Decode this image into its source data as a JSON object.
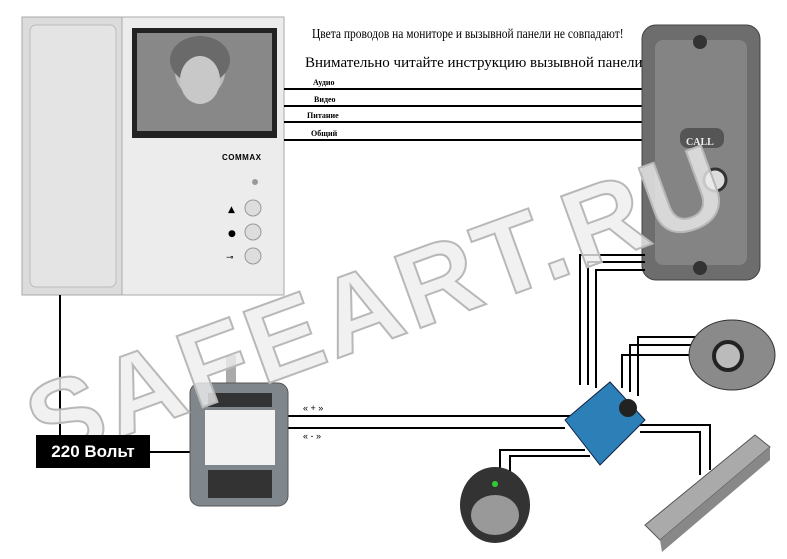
{
  "header": {
    "warning": "Цвета проводов на мониторе и вызывной панели не совпадают!",
    "note": "Внимательно читайте инструкцию вызывной панели"
  },
  "wires": [
    {
      "label": "Аудио"
    },
    {
      "label": "Видео"
    },
    {
      "label": "Питание"
    },
    {
      "label": "Общий"
    }
  ],
  "monitor": {
    "brand": "COMMAX"
  },
  "call_panel": {
    "label": "CALL"
  },
  "power": {
    "plus": "« + »",
    "minus": "« - »",
    "mains": "220 Вольт"
  },
  "watermark": "SAFEART.RU"
}
